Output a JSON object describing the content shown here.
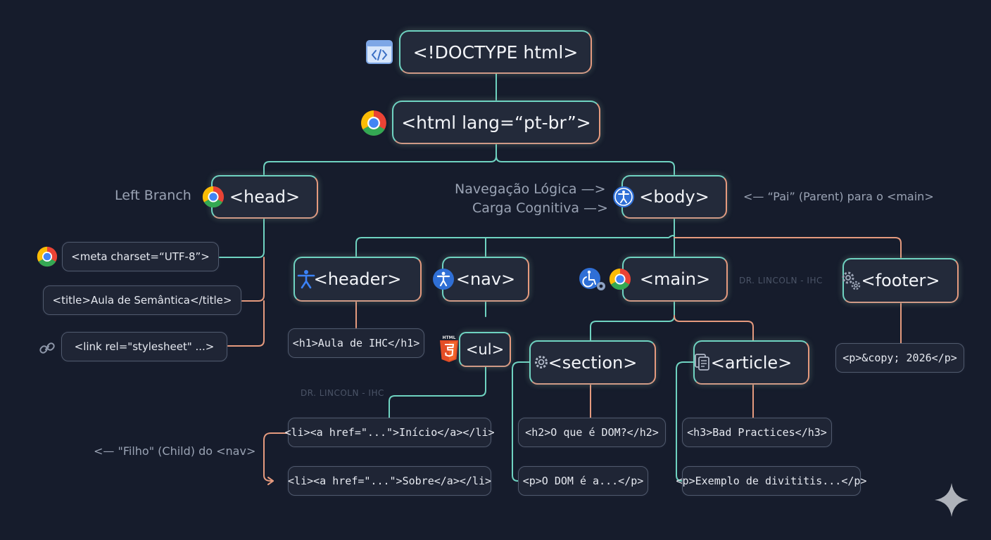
{
  "nodes": {
    "doctype": "<!DOCTYPE html>",
    "html": "<html lang=“pt-br”>",
    "head": "<head>",
    "body": "<body>",
    "meta": "<meta charset=“UTF-8”>",
    "title": "<title>Aula de Semântica</title>",
    "link": "<link rel=\"stylesheet\" ...>",
    "header": "<header>",
    "nav": "<nav>",
    "main": "<main>",
    "footer": "<footer>",
    "h1": "<h1>Aula de IHC</h1>",
    "ul": "<ul>",
    "li1": "<li><a href=\"...\">Início</a></li>",
    "li2": "<li><a href=\"...\">Sobre</a></li>",
    "section": "<section>",
    "article": "<article>",
    "h2": "<h2>O que é DOM?</h2>",
    "p_dom": "<p>O DOM é a...</p>",
    "h3": "<h3>Bad Practices</h3>",
    "p_ex": "<p>Exemplo de divititis...</p>",
    "p_footer": "<p>&copy; 2026</p>"
  },
  "labels": {
    "left_branch": "Left Branch",
    "nav_logica": "Navegação Lógica —>",
    "carga": "Carga Cognitiva —>",
    "pai": "<— “Pai” (Parent) para o <main>",
    "filho": "<— \"Filho\" (Child) do <nav>"
  },
  "watermarks": {
    "wm1": "DR. LINCOLN - IHC",
    "wm2": "DR. LINCOLN - IHC"
  },
  "icon_badges": {
    "html5": "HTML"
  },
  "colors": {
    "background": "#161c2c",
    "node_fill": "#232a3a",
    "teal": "#6fd3c1",
    "salmon": "#e59a7e",
    "small_border": "#505a6e",
    "label": "#9aa3b4"
  }
}
